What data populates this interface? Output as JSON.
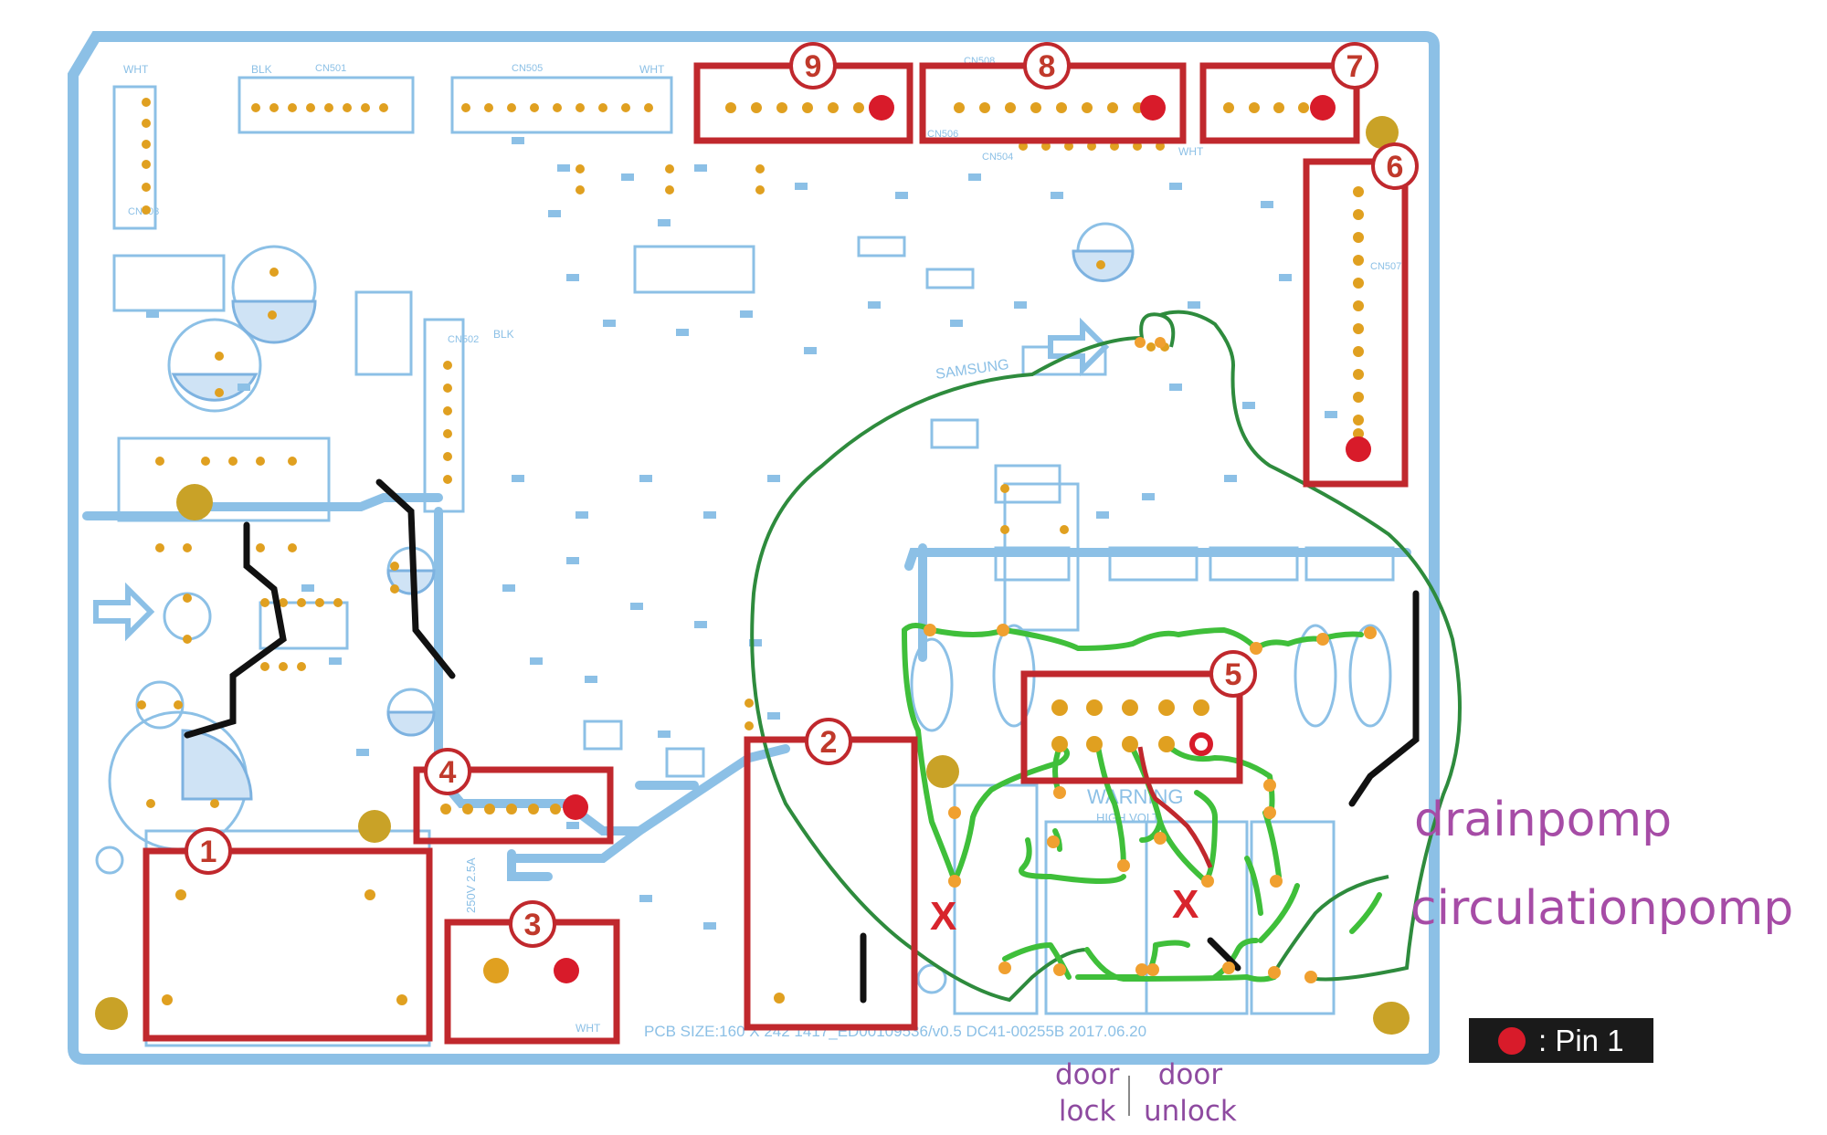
{
  "connectors": [
    {
      "id": "9"
    },
    {
      "id": "8"
    },
    {
      "id": "7"
    },
    {
      "id": "6"
    },
    {
      "id": "5"
    },
    {
      "id": "4"
    },
    {
      "id": "3"
    },
    {
      "id": "2"
    },
    {
      "id": "1"
    }
  ],
  "annotations": {
    "drain_pump": "drainpomp",
    "circulation_pump": "circulationpomp",
    "door_lock": "door\nlock",
    "door_unlock": "door\nunlock",
    "cross_mark": "X"
  },
  "legend": {
    "text": ": Pin 1"
  },
  "silkscreen": {
    "pcb_info": "PCB SIZE:160 X 242   1417_ED00109536/v0.5   DC41-00255B   2017.06.20",
    "brand": "SAMSUNG",
    "warning": "WARNING",
    "voltage": "HIGH VOLT",
    "blk_1": "BLK",
    "wht_1": "WHT",
    "blk_2": "BLK",
    "wht_2": "WHT",
    "wht_3": "WHT",
    "wht_4": "WHT",
    "fuse": "250V 2.5A",
    "cn_labels": [
      "CN503",
      "CN501",
      "CN505",
      "CN506",
      "CN504",
      "CN502",
      "CN507",
      "CN508"
    ]
  },
  "colors": {
    "board_outline": "#8cc0e6",
    "trace": "#8cc0e6",
    "connector_box": "#c0282d",
    "badge_text": "#c0392b",
    "pin_pad": "#e0a020",
    "pin1_marker": "#d81b2a",
    "wire_green_light": "#3fbf3a",
    "wire_green_dark": "#2e8b3d",
    "wire_red": "#c0282d",
    "wire_black": "#111111",
    "label_purple": "#a64ca6"
  }
}
